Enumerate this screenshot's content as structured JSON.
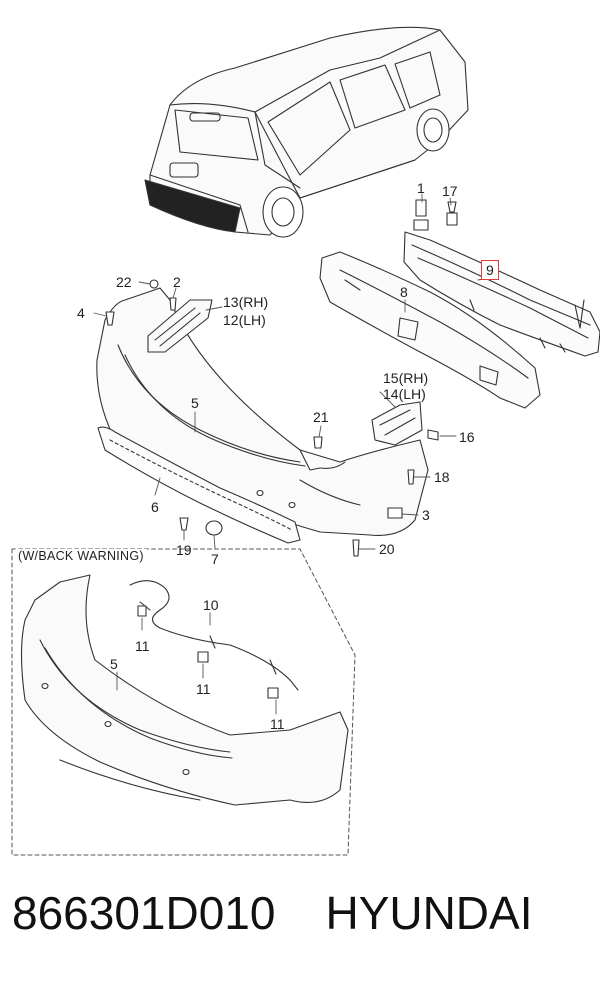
{
  "diagram": {
    "callouts": {
      "c1": "1",
      "c17": "17",
      "c9": "9",
      "c22": "22",
      "c2": "2",
      "c4": "4",
      "c13": "13(RH)",
      "c12": "12(LH)",
      "c8": "8",
      "c15": "15(RH)",
      "c14": "14(LH)",
      "c5": "5",
      "c21": "21",
      "c16": "16",
      "c18": "18",
      "c6": "6",
      "c3": "3",
      "c19": "19",
      "c7": "7",
      "c20": "20"
    },
    "inset": {
      "title": "(W/BACK  WARNING)",
      "c10": "10",
      "c11a": "11",
      "c11b": "11",
      "c11c": "11",
      "c5": "5"
    },
    "highlight_color": "#e03a3a"
  },
  "caption": {
    "part_number": "866301D010",
    "brand": "HYUNDAI"
  }
}
